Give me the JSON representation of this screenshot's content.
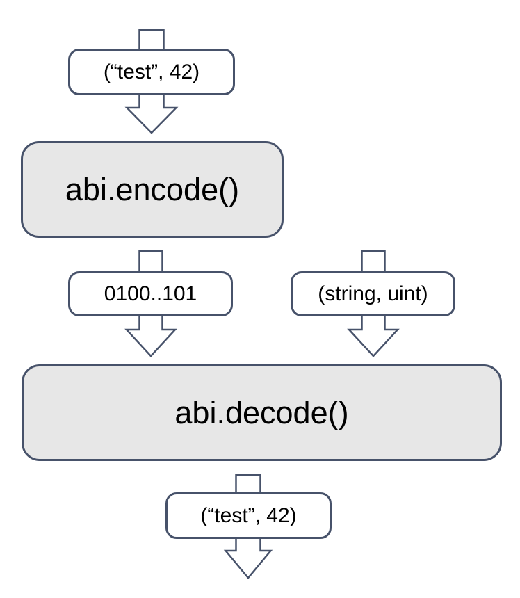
{
  "diagram": {
    "description": "Flow diagram of Solidity ABI encoding and decoding",
    "colors": {
      "stroke": "#47526a",
      "process_fill": "#e7e7e7",
      "label_fill": "#ffffff",
      "text": "#000000",
      "background": "#ffffff"
    },
    "nodes": {
      "input_tuple": {
        "label": "(“test”, 42)"
      },
      "encode": {
        "label": "abi.encode()"
      },
      "encoded_bytes": {
        "label": "0100..101"
      },
      "types_tuple": {
        "label": "(string, uint)"
      },
      "decode": {
        "label": "abi.decode()"
      },
      "output_tuple": {
        "label": "(“test”, 42)"
      }
    },
    "edges": [
      {
        "from": "start",
        "to": "encode",
        "through": "input_tuple"
      },
      {
        "from": "encode",
        "to": "decode",
        "through": "encoded_bytes"
      },
      {
        "from": "start",
        "to": "decode",
        "through": "types_tuple"
      },
      {
        "from": "decode",
        "to": "end",
        "through": "output_tuple"
      }
    ]
  }
}
